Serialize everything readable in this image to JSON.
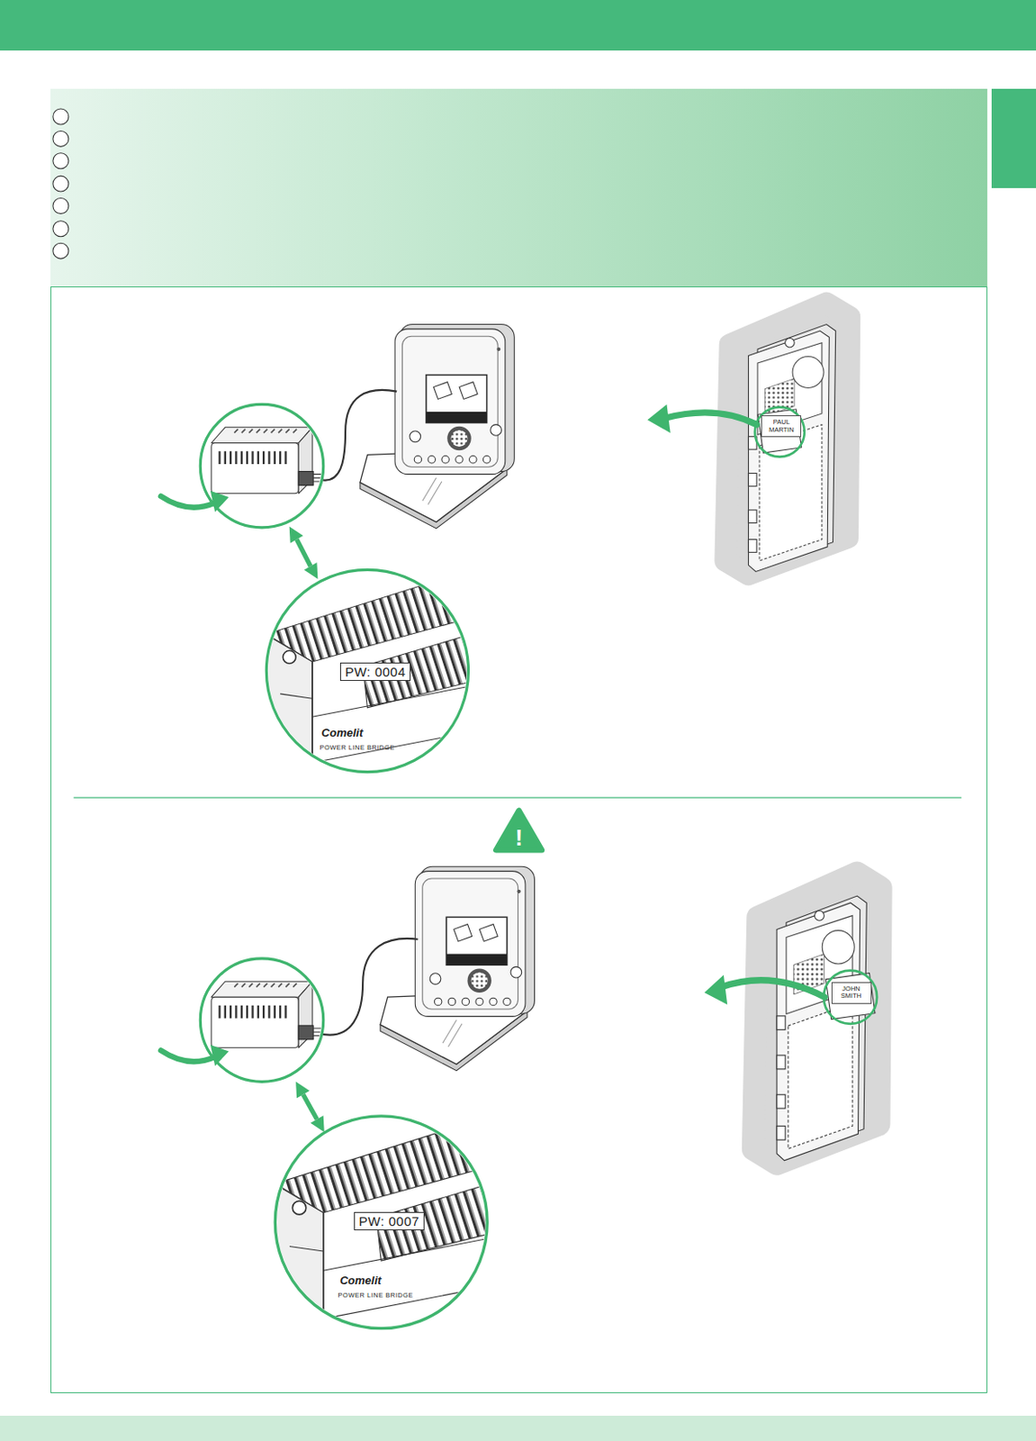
{
  "diagram": {
    "nodes": [
      {
        "text": [
          "PW: 0004"
        ]
      },
      {
        "text": [
          "PAUL MARTIN"
        ]
      },
      {
        "text": [
          "PW: 0007"
        ]
      },
      {
        "text": [
          "JOHN SMITH"
        ]
      }
    ],
    "labels": [
      "Comelit",
      "POWER LINE BRIDGE",
      "!",
      "Comelit",
      "POWER LINE BRIDGE"
    ]
  }
}
